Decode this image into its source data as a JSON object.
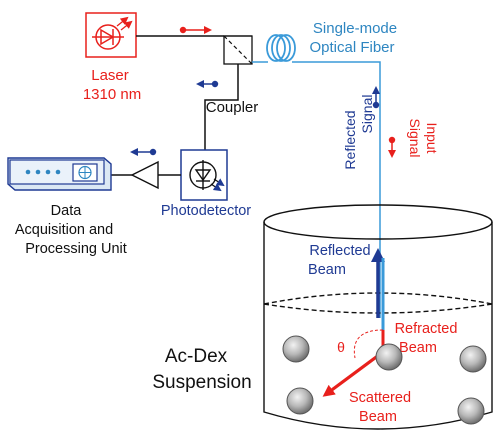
{
  "colors": {
    "red": "#e8201c",
    "navy": "#1f3a93",
    "blue_label": "#2e86c1",
    "fiber": "#3a9ad9",
    "black": "#111111"
  },
  "labels": {
    "laser": "Laser",
    "wavelength": "1310 nm",
    "fiber_line1": "Single-mode",
    "fiber_line2": "Optical Fiber",
    "coupler": "Coupler",
    "reflected_signal_1": "Reflected",
    "reflected_signal_2": "Signal",
    "input_signal_1": "Input",
    "input_signal_2": "Signal",
    "daq_line1": "Data",
    "daq_line2": "Acquisition and",
    "daq_line3": "Processing Unit",
    "photodetector": "Photodetector",
    "reflected_beam_1": "Reflected",
    "reflected_beam_2": "Beam",
    "refracted_beam_1": "Refracted",
    "refracted_beam_2": "Beam",
    "scattered_beam_1": "Scattered",
    "scattered_beam_2": "Beam",
    "suspension_1": "Ac-Dex",
    "suspension_2": "Suspension",
    "theta": "θ"
  },
  "icons": [
    "laser-diode-icon",
    "photodiode-icon",
    "fiber-coil-icon",
    "amplifier-icon",
    "daq-instrument-icon",
    "particle-icon"
  ]
}
